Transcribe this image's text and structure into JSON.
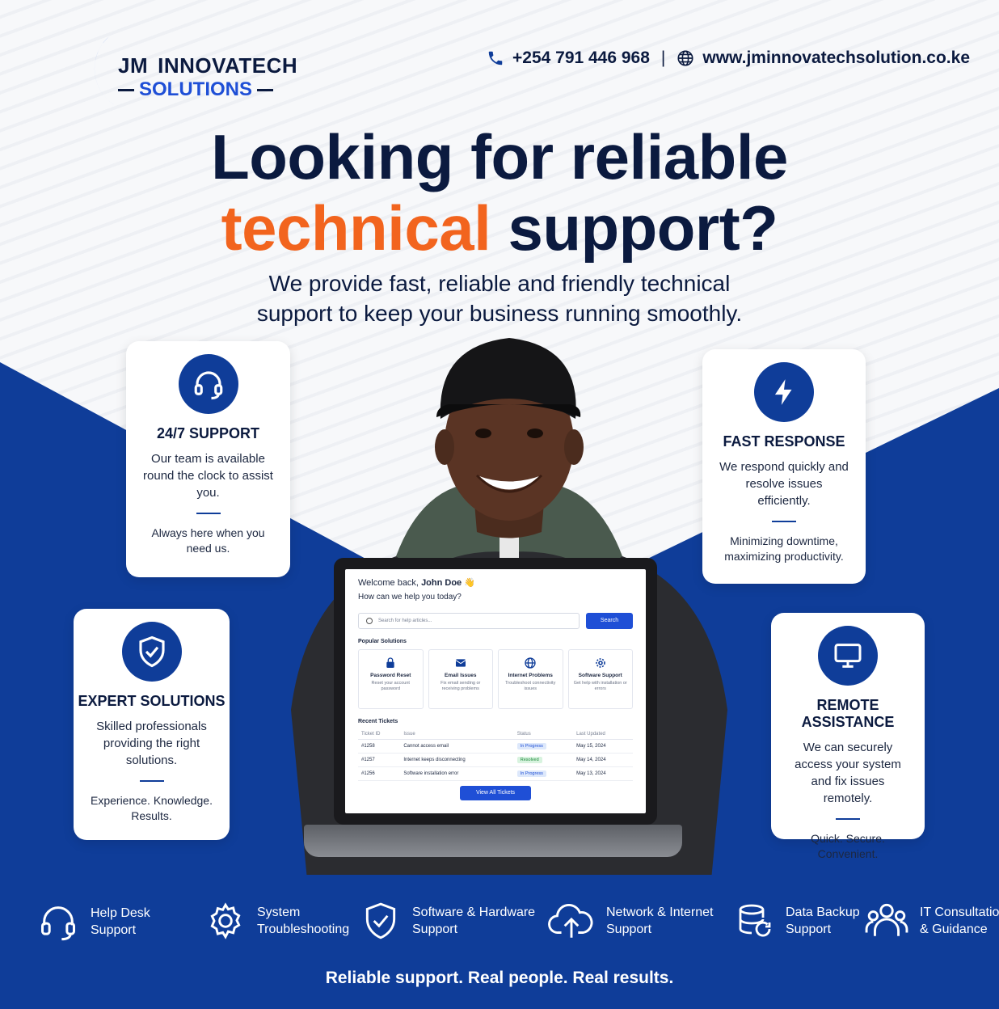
{
  "brand": {
    "line1_a": "JM",
    "line1_b": "INNOVATECH",
    "line2": "SOLUTIONS",
    "colors": {
      "navy": "#0b1a3f",
      "blue": "#0f3d99",
      "accent_blue": "#1f4fd6",
      "orange": "#f2641e"
    }
  },
  "contact": {
    "phone": "+254 791 446 968",
    "separator": "|",
    "website": "www.jminnovatechsolution.co.ke",
    "phone_icon": "phone-icon",
    "web_icon": "globe-icon"
  },
  "headline": {
    "line1": "Looking for reliable",
    "highlight": "technical",
    "rest": "support?"
  },
  "subhead": {
    "line1": "We provide fast, reliable and friendly technical",
    "line2": "support to keep your business running smoothly."
  },
  "cards": {
    "support": {
      "icon": "headset-icon",
      "title": "24/7 SUPPORT",
      "body": "Our team is available round the clock to assist you.",
      "tag": "Always here when you need us."
    },
    "response": {
      "icon": "lightning-icon",
      "title": "FAST RESPONSE",
      "body": "We respond quickly and resolve issues efficiently.",
      "tag": "Minimizing downtime, maximizing productivity."
    },
    "expert": {
      "icon": "shield-check-icon",
      "title": "EXPERT SOLUTIONS",
      "body": "Skilled professionals providing the right solutions.",
      "tag": "Experience. Knowledge. Results."
    },
    "remote": {
      "icon": "monitor-icon",
      "title": "REMOTE ASSISTANCE",
      "body": "We can securely access your system and fix issues remotely.",
      "tag": "Quick. Secure. Convenient."
    }
  },
  "screen": {
    "welcome_prefix": "Welcome back,",
    "user": "John Doe",
    "wave": "👋",
    "question": "How can we help you today?",
    "search_placeholder": "Search for help articles...",
    "search_button": "Search",
    "popular_title": "Popular Solutions",
    "tiles": [
      {
        "title": "Password Reset",
        "desc": "Reset your account password",
        "icon": "lock-icon"
      },
      {
        "title": "Email Issues",
        "desc": "Fix email sending or receiving problems",
        "icon": "mail-icon"
      },
      {
        "title": "Internet Problems",
        "desc": "Troubleshoot connectivity issues",
        "icon": "globe-icon"
      },
      {
        "title": "Software Support",
        "desc": "Get help with installation or errors",
        "icon": "gear-icon"
      }
    ],
    "tickets_title": "Recent Tickets",
    "columns": [
      "Ticket ID",
      "Issue",
      "Status",
      "Last Updated"
    ],
    "tickets": [
      {
        "id": "#1258",
        "issue": "Cannot access email",
        "status": "In Progress",
        "updated": "May 15, 2024"
      },
      {
        "id": "#1257",
        "issue": "Internet keeps disconnecting",
        "status": "Resolved",
        "updated": "May 14, 2024"
      },
      {
        "id": "#1256",
        "issue": "Software installation error",
        "status": "In Progress",
        "updated": "May 13, 2024"
      }
    ],
    "view_all": "View All Tickets"
  },
  "services": [
    {
      "icon": "headset-icon",
      "line1": "Help Desk",
      "line2": "Support"
    },
    {
      "icon": "gear-icon",
      "line1": "System",
      "line2": "Troubleshooting"
    },
    {
      "icon": "shield-check-icon",
      "line1": "Software & Hardware",
      "line2": "Support"
    },
    {
      "icon": "cloud-upload-icon",
      "line1": "Network & Internet",
      "line2": "Support"
    },
    {
      "icon": "database-backup-icon",
      "line1": "Data Backup",
      "line2": "Support"
    },
    {
      "icon": "users-icon",
      "line1": "IT Consultation",
      "line2": "& Guidance"
    }
  ],
  "tagline": "Reliable support. Real people. Real results."
}
